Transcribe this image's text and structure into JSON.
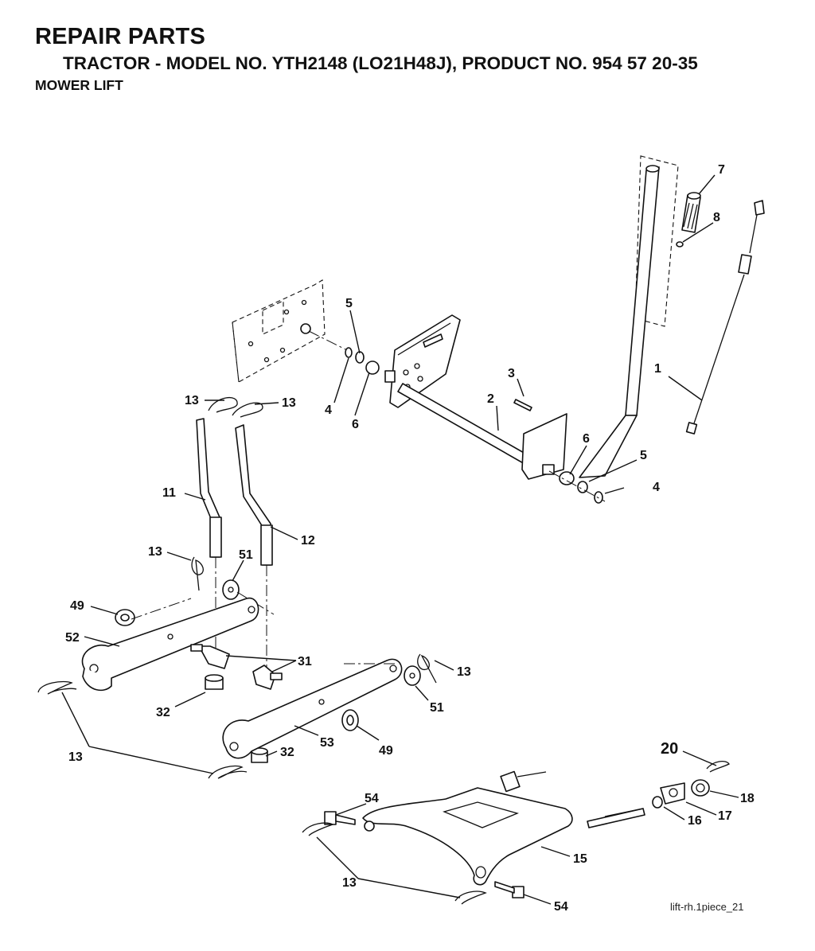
{
  "header": {
    "title": "REPAIR PARTS",
    "subtitle": "TRACTOR - MODEL NO. YTH2148 (LO21H48J), PRODUCT NO. 954 57 20-35",
    "section": "MOWER LIFT"
  },
  "reference": "lift-rh.1piece_21",
  "callouts": [
    {
      "id": "c1",
      "text": "1"
    },
    {
      "id": "c2",
      "text": "2"
    },
    {
      "id": "c3",
      "text": "3"
    },
    {
      "id": "c4a",
      "text": "4"
    },
    {
      "id": "c4b",
      "text": "4"
    },
    {
      "id": "c5a",
      "text": "5"
    },
    {
      "id": "c5b",
      "text": "5"
    },
    {
      "id": "c6a",
      "text": "6"
    },
    {
      "id": "c6b",
      "text": "6"
    },
    {
      "id": "c7",
      "text": "7"
    },
    {
      "id": "c8",
      "text": "8"
    },
    {
      "id": "c11",
      "text": "11"
    },
    {
      "id": "c12",
      "text": "12"
    },
    {
      "id": "c13a",
      "text": "13"
    },
    {
      "id": "c13b",
      "text": "13"
    },
    {
      "id": "c13c",
      "text": "13"
    },
    {
      "id": "c13d",
      "text": "13"
    },
    {
      "id": "c13e",
      "text": "13"
    },
    {
      "id": "c13f",
      "text": "13"
    },
    {
      "id": "c15",
      "text": "15"
    },
    {
      "id": "c16",
      "text": "16"
    },
    {
      "id": "c17",
      "text": "17"
    },
    {
      "id": "c18",
      "text": "18"
    },
    {
      "id": "c20",
      "text": "20"
    },
    {
      "id": "c31",
      "text": "31"
    },
    {
      "id": "c32a",
      "text": "32"
    },
    {
      "id": "c32b",
      "text": "32"
    },
    {
      "id": "c49a",
      "text": "49"
    },
    {
      "id": "c49b",
      "text": "49"
    },
    {
      "id": "c51a",
      "text": "51"
    },
    {
      "id": "c51b",
      "text": "51"
    },
    {
      "id": "c52",
      "text": "52"
    },
    {
      "id": "c53",
      "text": "53"
    },
    {
      "id": "c54a",
      "text": "54"
    },
    {
      "id": "c54b",
      "text": "54"
    }
  ]
}
